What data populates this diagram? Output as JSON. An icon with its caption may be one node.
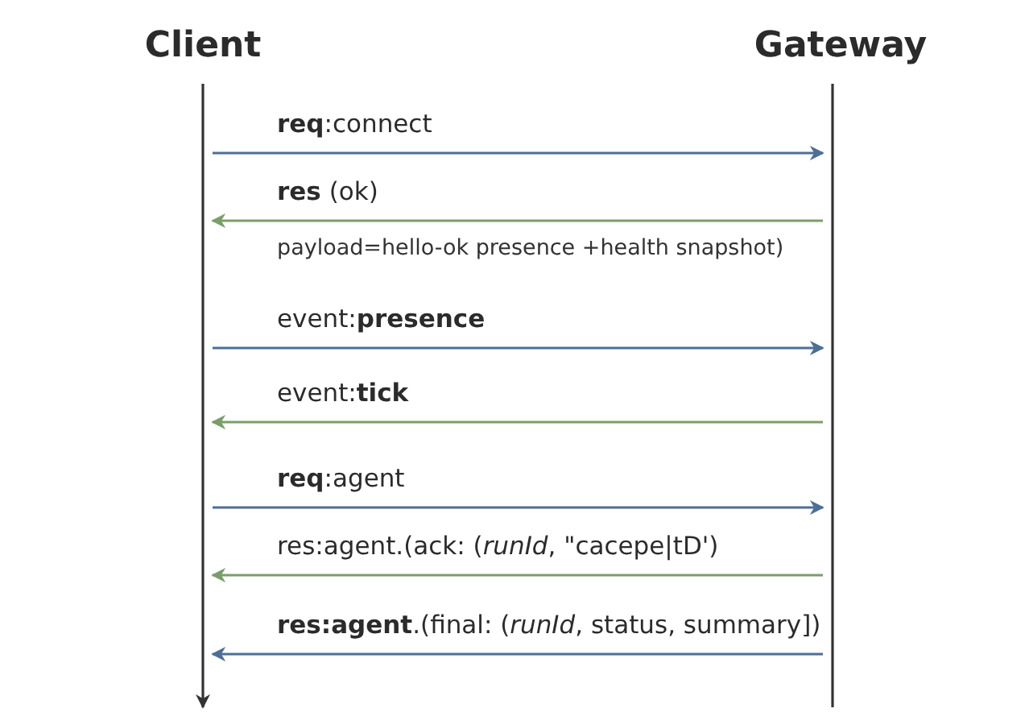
{
  "diagram": {
    "nodes": [
      {
        "text": [
          "Client"
        ]
      },
      {
        "text": [
          "Gateway"
        ]
      },
      {
        "text": [],
        "shape": "bar"
      },
      {
        "text": [],
        "shape": "bar"
      }
    ],
    "edges": [
      {
        "from": 2,
        "to": 3,
        "arrow": "to",
        "label": "**req**:connect"
      },
      {
        "from": 3,
        "to": 2,
        "arrow": "to",
        "label": "**res** (ok)",
        "color": "#7a9e6a"
      },
      {
        "from": 2,
        "to": 3,
        "arrow": "to",
        "label": "event:**presence**"
      },
      {
        "from": 3,
        "to": 2,
        "arrow": "to",
        "label": "event:**tick**",
        "color": "#7a9e6a"
      },
      {
        "from": 2,
        "to": 3,
        "arrow": "to",
        "label": "**req**:agent"
      },
      {
        "from": 3,
        "to": 2,
        "arrow": "to",
        "label": "res:agent.(ack: (*runId*, \"cacepe|tD')",
        "color": "#7a9e6a"
      },
      {
        "from": 3,
        "to": 2,
        "arrow": "to",
        "label": "**res:agent**.(final: (*runId*, status, summary])"
      }
    ],
    "labels": [
      "payload=hello-ok presence +health snapshot)"
    ]
  }
}
